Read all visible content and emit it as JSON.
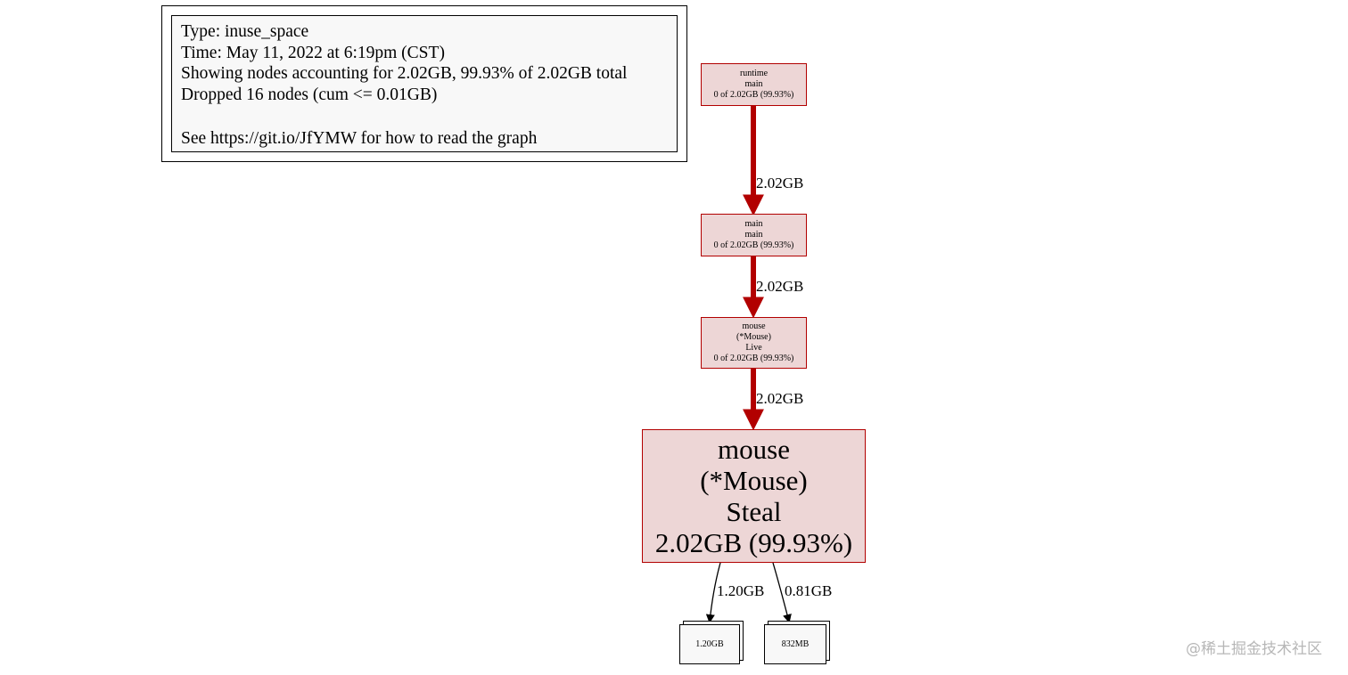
{
  "legend": {
    "type_line": "Type: inuse_space",
    "time_line": "Time: May 11, 2022 at 6:19pm (CST)",
    "showing_line": "Showing nodes accounting for 2.02GB, 99.93% of 2.02GB total",
    "dropped_line": "Dropped 16 nodes (cum <= 0.01GB)",
    "see_line": "See https://git.io/JfYMW for how to read the graph"
  },
  "nodes": {
    "runtime_main": [
      "runtime",
      "main",
      "0 of 2.02GB (99.93%)"
    ],
    "main_main": [
      "main",
      "main",
      "0 of 2.02GB (99.93%)"
    ],
    "mouse_live": [
      "mouse",
      "(*Mouse)",
      "Live",
      "0 of 2.02GB (99.93%)"
    ],
    "mouse_steal": [
      "mouse",
      "(*Mouse)",
      "Steal",
      "2.02GB (99.93%)"
    ],
    "leaf_left": "1.20GB",
    "leaf_right": "832MB"
  },
  "edges": {
    "runtime_to_main": "2.02GB",
    "main_to_live": "2.02GB",
    "live_to_steal": "2.02GB",
    "steal_to_left": "1.20GB",
    "steal_to_right": "0.81GB"
  },
  "colors": {
    "hot_edge": "#b20000",
    "node_fill": "#edd6d6",
    "node_border": "#b20000",
    "leaf_fill": "#f8f8f8"
  },
  "watermark": "@稀土掘金技术社区"
}
